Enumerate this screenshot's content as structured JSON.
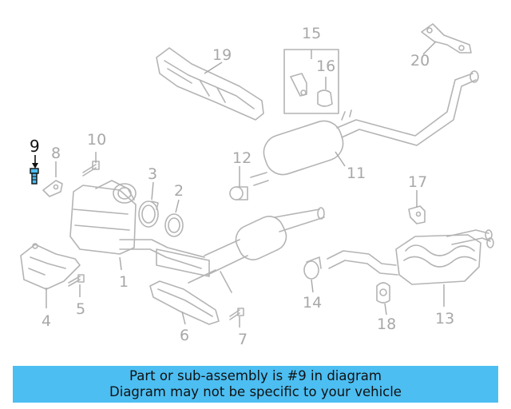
{
  "diagram": {
    "callouts": [
      "1",
      "2",
      "3",
      "4",
      "5",
      "6",
      "7",
      "8",
      "9",
      "10",
      "11",
      "12",
      "13",
      "14",
      "15",
      "16",
      "17",
      "18",
      "19",
      "20"
    ],
    "highlighted_callout": "9",
    "highlight_color": "#4cbef2",
    "part_color": "#b4b4b4"
  },
  "banner": {
    "line1": "Part or sub-assembly is #9 in diagram",
    "line2": "Diagram may not be specific to your vehicle",
    "background": "#4cbef2"
  }
}
